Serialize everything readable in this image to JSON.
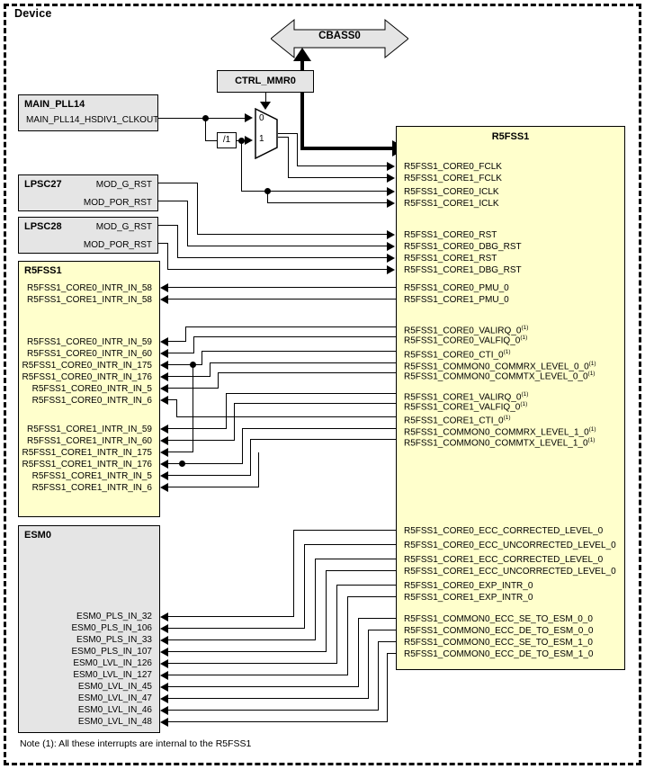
{
  "device": {
    "title": "Device"
  },
  "interconnect": {
    "label": "CBASS0",
    "icon": "bidirectional-arrow"
  },
  "ctrl_mmr": {
    "label": "CTRL_MMR0"
  },
  "mux": {
    "input0_label": "0",
    "input1_label": "1"
  },
  "divider": {
    "label": "/1"
  },
  "pll": {
    "title": "MAIN_PLL14",
    "signals": [
      "MAIN_PLL14_HSDIV1_CLKOUT"
    ]
  },
  "lpsc27": {
    "title": "LPSC27",
    "signals": [
      "MOD_G_RST",
      "MOD_POR_RST"
    ]
  },
  "lpsc28": {
    "title": "LPSC28",
    "signals": [
      "MOD_G_RST",
      "MOD_POR_RST"
    ]
  },
  "r5fss1_left": {
    "title": "R5FSS1",
    "groups": [
      {
        "signals": [
          "R5FSS1_CORE0_INTR_IN_58",
          "R5FSS1_CORE1_INTR_IN_58"
        ]
      },
      {
        "signals": [
          "R5FSS1_CORE0_INTR_IN_59",
          "R5FSS1_CORE0_INTR_IN_60",
          "R5FSS1_CORE0_INTR_IN_175",
          "R5FSS1_CORE0_INTR_IN_176",
          "R5FSS1_CORE0_INTR_IN_5",
          "R5FSS1_CORE0_INTR_IN_6"
        ]
      },
      {
        "signals": [
          "R5FSS1_CORE1_INTR_IN_59",
          "R5FSS1_CORE1_INTR_IN_60",
          "R5FSS1_CORE1_INTR_IN_175",
          "R5FSS1_CORE1_INTR_IN_176",
          "R5FSS1_CORE1_INTR_IN_5",
          "R5FSS1_CORE1_INTR_IN_6"
        ]
      }
    ]
  },
  "esm0": {
    "title": "ESM0",
    "signals": [
      "ESM0_PLS_IN_32",
      "ESM0_PLS_IN_106",
      "ESM0_PLS_IN_33",
      "ESM0_PLS_IN_107",
      "ESM0_LVL_IN_126",
      "ESM0_LVL_IN_127",
      "ESM0_LVL_IN_45",
      "ESM0_LVL_IN_47",
      "ESM0_LVL_IN_46",
      "ESM0_LVL_IN_48"
    ]
  },
  "r5fss1_right": {
    "title": "R5FSS1",
    "clocks": [
      "R5FSS1_CORE0_FCLK",
      "R5FSS1_CORE1_FCLK",
      "R5FSS1_CORE0_ICLK",
      "R5FSS1_CORE1_ICLK"
    ],
    "resets": [
      "R5FSS1_CORE0_RST",
      "R5FSS1_CORE0_DBG_RST",
      "R5FSS1_CORE1_RST",
      "R5FSS1_CORE1_DBG_RST"
    ],
    "pmu": [
      "R5FSS1_CORE0_PMU_0",
      "R5FSS1_CORE1_PMU_0"
    ],
    "core0_internal": [
      {
        "name": "R5FSS1_CORE0_VALIRQ_0",
        "note": "(1)"
      },
      {
        "name": "R5FSS1_CORE0_VALFIQ_0",
        "note": "(1)"
      },
      {
        "name": "R5FSS1_CORE0_CTI_0",
        "note": "(1)"
      },
      {
        "name": "R5FSS1_COMMON0_COMMRX_LEVEL_0_0",
        "note": "(1)"
      },
      {
        "name": "R5FSS1_COMMON0_COMMTX_LEVEL_0_0",
        "note": "(1)"
      }
    ],
    "core1_internal": [
      {
        "name": "R5FSS1_CORE1_VALIRQ_0",
        "note": "(1)"
      },
      {
        "name": "R5FSS1_CORE1_VALFIQ_0",
        "note": "(1)"
      },
      {
        "name": "R5FSS1_CORE1_CTI_0",
        "note": "(1)"
      },
      {
        "name": "R5FSS1_COMMON0_COMMRX_LEVEL_1_0",
        "note": "(1)"
      },
      {
        "name": "R5FSS1_COMMON0_COMMTX_LEVEL_1_0",
        "note": "(1)"
      }
    ],
    "ecc_core": [
      "R5FSS1_CORE0_ECC_CORRECTED_LEVEL_0",
      "R5FSS1_CORE0_ECC_UNCORRECTED_LEVEL_0",
      "R5FSS1_CORE1_ECC_CORRECTED_LEVEL_0",
      "R5FSS1_CORE1_ECC_UNCORRECTED_LEVEL_0",
      "R5FSS1_CORE0_EXP_INTR_0",
      "R5FSS1_CORE1_EXP_INTR_0"
    ],
    "ecc_common": [
      "R5FSS1_COMMON0_ECC_SE_TO_ESM_0_0",
      "R5FSS1_COMMON0_ECC_DE_TO_ESM_0_0",
      "R5FSS1_COMMON0_ECC_SE_TO_ESM_1_0",
      "R5FSS1_COMMON0_ECC_DE_TO_ESM_1_0"
    ]
  },
  "note": "Note (1): All these interrupts are internal to the R5FSS1",
  "colors": {
    "block_fill_gray": "#e5e5e5",
    "block_fill_yellow": "#ffffcc",
    "stroke": "#000000",
    "background": "#ffffff"
  }
}
